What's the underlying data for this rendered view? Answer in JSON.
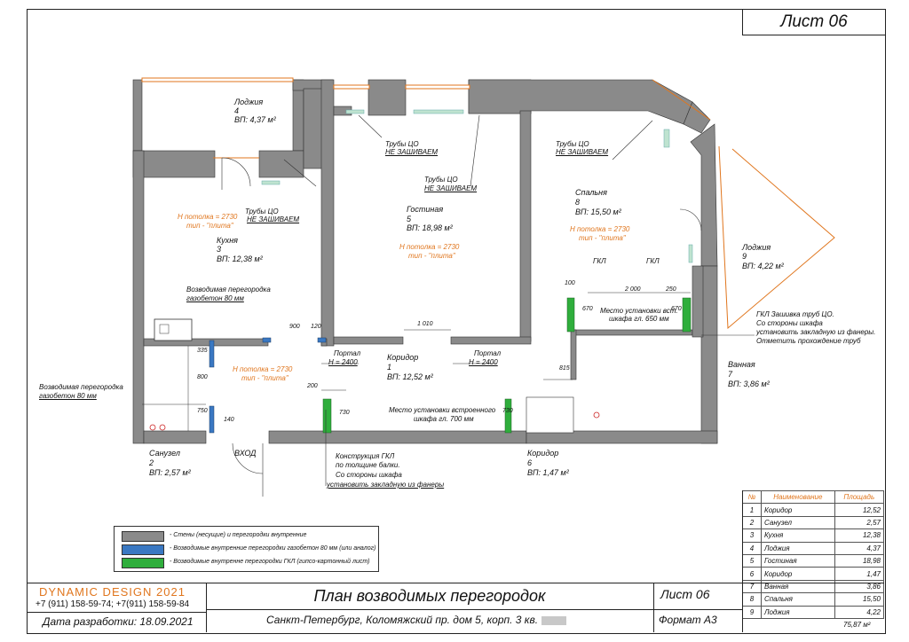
{
  "sheet": {
    "label": "Лист 06"
  },
  "rooms": {
    "loggia4": {
      "name": "Лоджия",
      "num": "4",
      "area": "ВП: 4,37 м²"
    },
    "kitchen": {
      "name": "Кухня",
      "num": "3",
      "area": "ВП: 12,38 м²"
    },
    "living": {
      "name": "Гостиная",
      "num": "5",
      "area": "ВП: 18,98 м²"
    },
    "bedroom": {
      "name": "Спальня",
      "num": "8",
      "area": "ВП: 15,50 м²"
    },
    "loggia9": {
      "name": "Лоджия",
      "num": "9",
      "area": "ВП: 4,22 м²"
    },
    "corridor1": {
      "name": "Коридор",
      "num": "1",
      "area": "ВП: 12,52 м²"
    },
    "bath": {
      "name": "Ванная",
      "num": "7",
      "area": "ВП: 3,86 м²"
    },
    "wc": {
      "name": "Санузел",
      "num": "2",
      "area": "ВП: 2,57 м²"
    },
    "corridor6": {
      "name": "Коридор",
      "num": "6",
      "area": "ВП: 1,47 м²"
    }
  },
  "notes": {
    "ceiling_h": "Н потолка = 2730",
    "ceiling_type": "тип - \"плита\"",
    "pipes1": "Трубы ЦО",
    "pipes2": "НЕ ЗАШИВАЕМ",
    "partition_wc1": "Возводимая перегородка",
    "partition_wc2": "газобетон 80 мм",
    "portal1": "Портал",
    "portal2": "Н = 2400",
    "wardrobe1": "Место установки встроенного",
    "wardrobe2": "шкафа гл. 700 мм",
    "bed_wardrobe1": "Место установки вст.",
    "bed_wardrobe2": "шкафа гл. 650 мм",
    "gkl": "ГКЛ",
    "gkl_note1": "ГКЛ Зашивка труб ЦО.",
    "gkl_note2": "Со стороны шкафа",
    "gkl_note3": "установить закладную из фанеры.",
    "gkl_note4": "Отметить прохождение труб",
    "beam1": "Конструкция ГКЛ",
    "beam2": "по толщине балки.",
    "beam3": "Со стороны шкафа",
    "beam4": "установить закладную из фанеры",
    "entry": "ВХОД"
  },
  "dims": {
    "d100": "100",
    "d2000": "2 000",
    "d250": "250",
    "d670a": "670",
    "d670b": "670",
    "d900": "900",
    "d120": "120",
    "d1010": "1 010",
    "d335": "335",
    "d800": "800",
    "d750": "750",
    "d140": "140",
    "d200": "200",
    "d730a": "730",
    "d730b": "730",
    "d815": "815"
  },
  "legend": [
    {
      "text": "- Стены (несущие) и перегородки внутренние",
      "color": "#8a8a8a"
    },
    {
      "text": "- Возводимые внутренние перегородки газобетон 80 мм (или аналог)",
      "color": "#3a78c2"
    },
    {
      "text": "- Возводимые внутренне перегородки ГКЛ (гипсо-картонный лист)",
      "color": "#2fae3c"
    }
  ],
  "room_table": {
    "headers": [
      "№",
      "Наименование",
      "Площадь"
    ],
    "rows": [
      [
        "1",
        "Коридор",
        "12,52"
      ],
      [
        "2",
        "Санузел",
        "2,57"
      ],
      [
        "3",
        "Кухня",
        "12,38"
      ],
      [
        "4",
        "Лоджия",
        "4,37"
      ],
      [
        "5",
        "Гостиная",
        "18,98"
      ],
      [
        "6",
        "Коридор",
        "1,47"
      ],
      [
        "7",
        "Ванная",
        "3,86"
      ],
      [
        "8",
        "Спальня",
        "15,50"
      ],
      [
        "9",
        "Лоджия",
        "4,22"
      ]
    ],
    "total": "75,87 м²"
  },
  "title_block": {
    "brand": "DYNAMIC DESIGN 2021",
    "phones": "+7 (911) 158-59-74; +7(911) 158-59-84",
    "date": "Дата разработки: 18.09.2021",
    "title": "План возводимых перегородок",
    "address": "Санкт-Петербург, Коломяжский пр. дом 5, корп. 3 кв.",
    "sheet": "Лист 06",
    "format": "Формат А3"
  }
}
